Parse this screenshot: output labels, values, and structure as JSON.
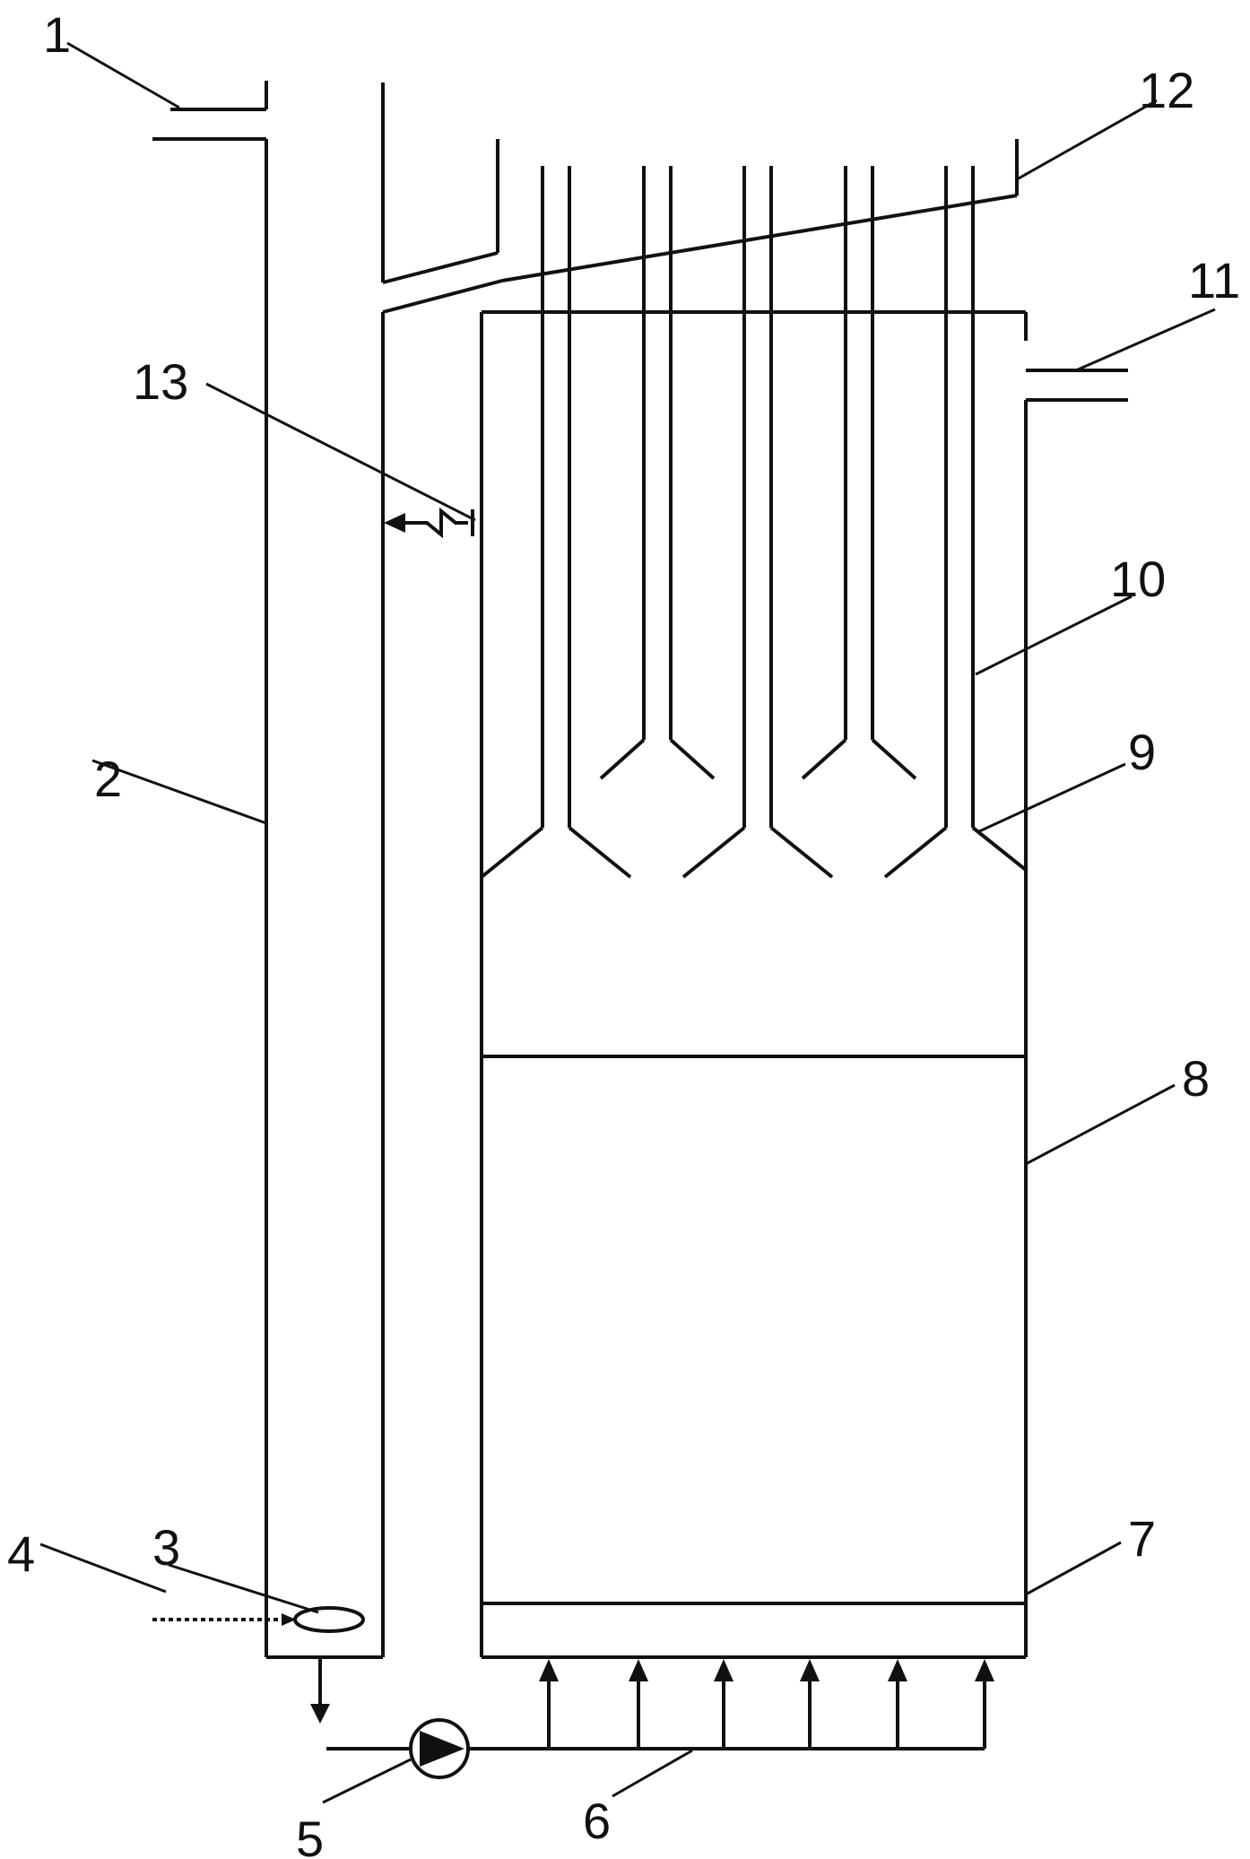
{
  "labels": {
    "n1": "1",
    "n2": "2",
    "n3": "3",
    "n4": "4",
    "n5": "5",
    "n6": "6",
    "n7": "7",
    "n8": "8",
    "n9": "9",
    "n10": "10",
    "n11": "11",
    "n12": "12",
    "n13": "13"
  },
  "colors": {
    "line": "#111111",
    "background": "#ffffff"
  }
}
